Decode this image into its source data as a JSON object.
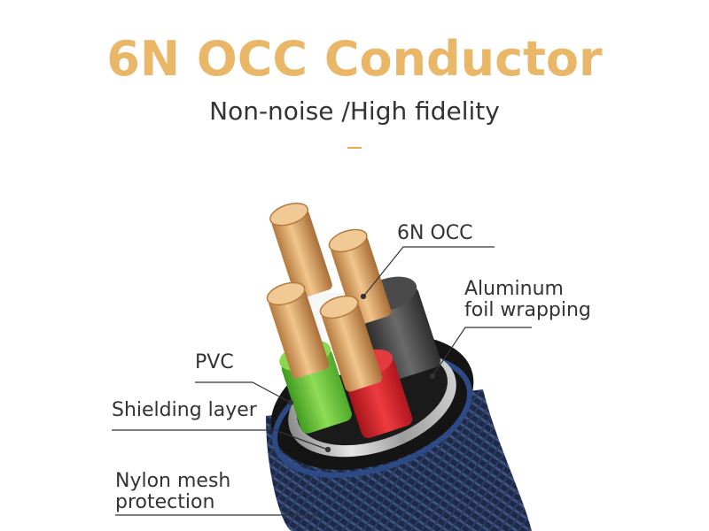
{
  "header": {
    "title": "6N OCC Conductor",
    "subtitle": "Non-noise /High fidelity"
  },
  "labels": {
    "conductor": "6N OCC",
    "foil_line1": "Aluminum",
    "foil_line2": "foil wrapping",
    "pvc": "PVC",
    "shielding": "Shielding layer",
    "nylon_line1": "Nylon mesh",
    "nylon_line2": "protection"
  },
  "colors": {
    "title": "#eab769",
    "text": "#333333",
    "accent_dash": "#e6a85a",
    "copper": "#d9a064",
    "copper_dark": "#9a6a3a",
    "insulation_green": "#6ec23a",
    "insulation_red": "#d8222a",
    "insulation_white": "#f2f2f2",
    "insulation_black": "#3a3a3a",
    "foil": "#bdbdbd",
    "jacket": "#141414",
    "mesh": "#23304f"
  }
}
